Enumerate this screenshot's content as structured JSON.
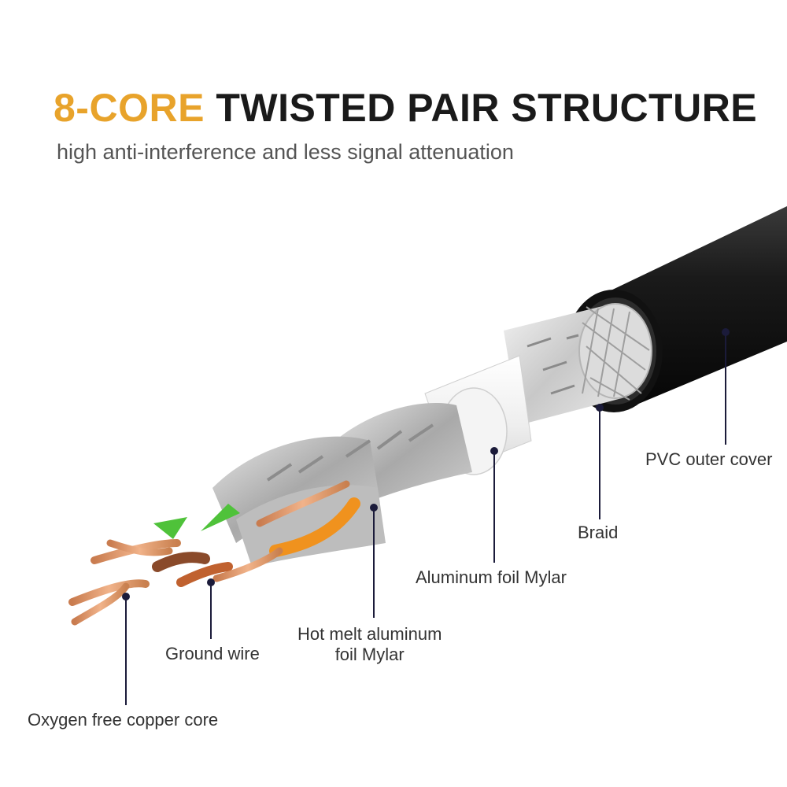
{
  "header": {
    "title_accent": "8-CORE",
    "title_rest": "TWISTED PAIR STRUCTURE",
    "subtitle": "high anti-interference and less signal attenuation"
  },
  "labels": {
    "pvc": "PVC outer cover",
    "braid": "Braid",
    "aluminum_foil": "Aluminum foil Mylar",
    "hot_melt_line1": "Hot melt aluminum",
    "hot_melt_line2": "foil Mylar",
    "ground_wire": "Ground wire",
    "copper_core": "Oxygen free copper core"
  },
  "colors": {
    "accent": "#e8a32b",
    "jacket": "#141414",
    "orange_wire": "#f0921e",
    "green_wire": "#4fc23a",
    "copper": "#d8956a"
  }
}
